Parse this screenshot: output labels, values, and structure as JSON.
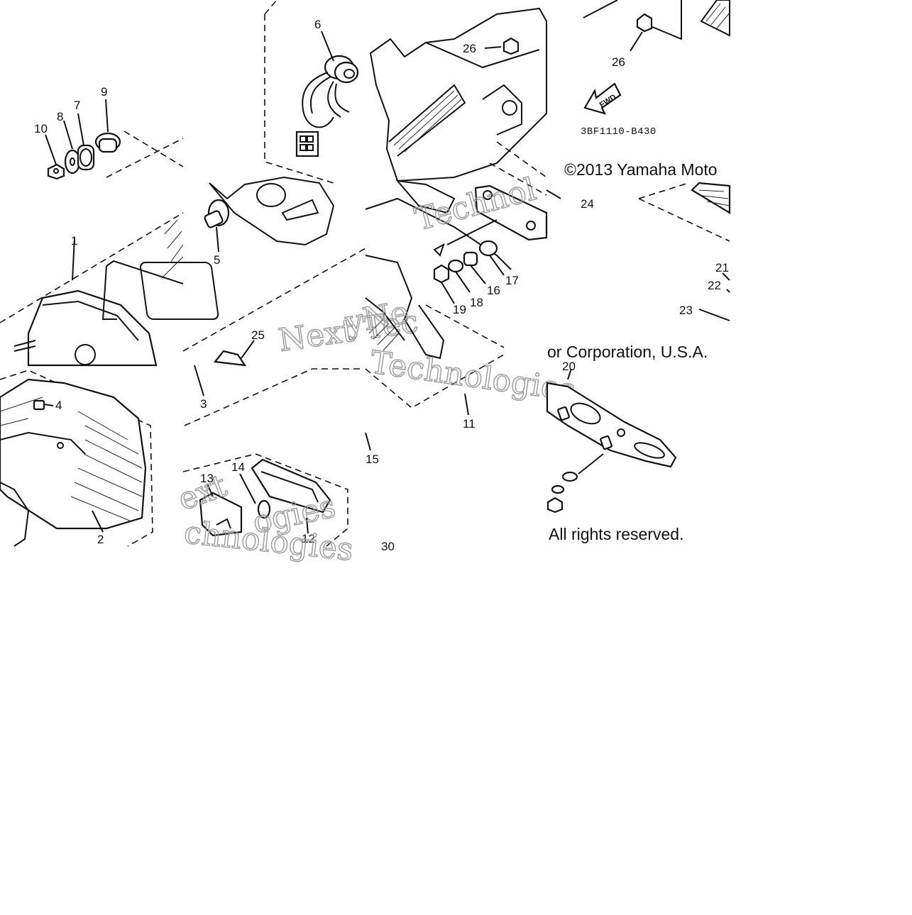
{
  "copyright": {
    "line1": "©2013 Yamaha Moto",
    "line2": "or Corporation, U.S.A.",
    "line3": "All rights reserved."
  },
  "diagram_code": "3BF1110-B430",
  "fwd_label": "FWD",
  "watermark": {
    "a": "Next Tec",
    "b": "Technol",
    "c": "ext",
    "d": "chnologies",
    "e": "ogies",
    "f": "yNe",
    "g": "Technologies"
  },
  "callouts": {
    "c1": "1",
    "c2": "2",
    "c3": "3",
    "c4": "4",
    "c5": "5",
    "c6": "6",
    "c7": "7",
    "c8": "8",
    "c9": "9",
    "c10": "10",
    "c11": "11",
    "c12": "12",
    "c13": "13",
    "c14": "14",
    "c15": "15",
    "c16": "16",
    "c17": "17",
    "c18": "18",
    "c19": "19",
    "c20": "20",
    "c21": "21",
    "c22": "22",
    "c23": "23",
    "c24": "24",
    "c25": "25",
    "c26a": "26",
    "c26b": "26",
    "c30": "30"
  }
}
